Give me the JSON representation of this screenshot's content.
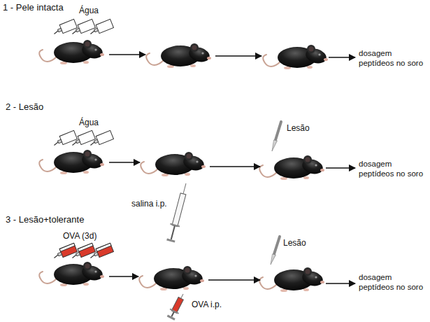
{
  "diagram": {
    "labels": [
      "1 - Pele intacta",
      "Água",
      "dosagem peptídeos no soro",
      "2 - Lesão",
      "Água",
      "Lesão",
      "salina i.p.",
      "dosagem peptídeos no soro",
      "3 - Lesão+tolerante",
      "OVA (3d)",
      "Lesão",
      "OVA i.p.",
      "dosagem peptídeos no soro"
    ]
  }
}
